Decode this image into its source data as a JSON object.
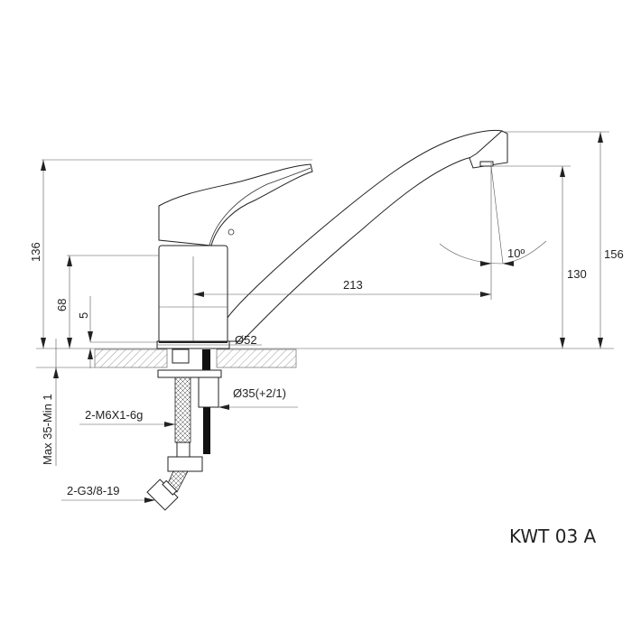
{
  "drawing": {
    "model": "KWT 03 A",
    "subject": "Single lever kitchen faucet technical drawing",
    "colors": {
      "line": "#333333",
      "background": "#ffffff",
      "text": "#222222"
    }
  },
  "dimensions": {
    "total_lever_height": "136",
    "body_height": "68",
    "base_height": "5",
    "spout_reach": "213",
    "spout_swivel_angle": "10º",
    "outlet_height": "130",
    "total_height": "156",
    "base_diameter": "Ø52",
    "hole_diameter": "Ø35(+2/1)",
    "countertop_thickness": "Max 35-Min 1",
    "hose_thread": "2-M6X1-6g",
    "connection_thread": "2-G3/8-19"
  }
}
